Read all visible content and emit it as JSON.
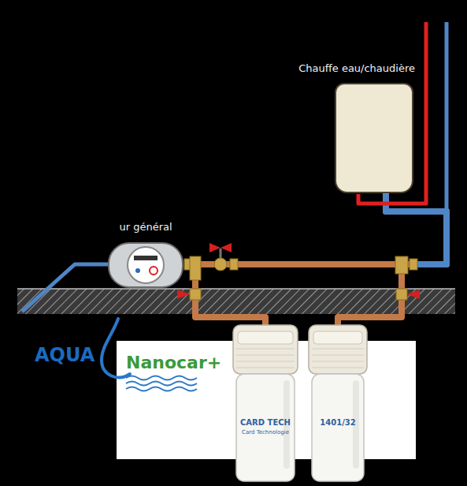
{
  "diagram": {
    "nodes": [
      {
        "text": [
          "Chauffe eau/chaudière"
        ]
      },
      {
        "text": [
          "ur général"
        ]
      },
      {
        "text": [
          "CARD TECH",
          "Card Technologie"
        ]
      },
      {
        "text": [
          "1401/32"
        ]
      }
    ],
    "edges": [
      {
        "from": 1,
        "to": 0,
        "arrow": "none"
      },
      {
        "from": 1,
        "to": 2,
        "arrow": "none"
      },
      {
        "from": 3,
        "to": 0,
        "arrow": "none"
      }
    ],
    "labels": [
      "AQUA",
      "Nanocar+"
    ]
  }
}
